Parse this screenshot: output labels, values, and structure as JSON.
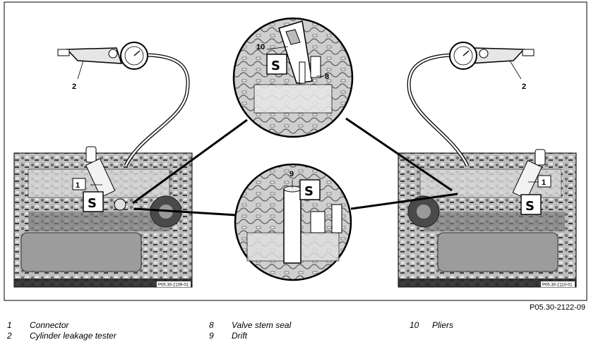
{
  "figure_reference": "P05.30-2122-09",
  "photo_codes": {
    "left": "P05.30-2109-01",
    "right": "P05.30-2110-01"
  },
  "callouts": {
    "left_tester": "2",
    "left_connector": "1",
    "right_tester": "2",
    "right_connector": "1",
    "top_pliers": "10",
    "top_seal": "8",
    "bottom_drift": "9"
  },
  "legend": [
    {
      "num": "1",
      "label": "Connector"
    },
    {
      "num": "2",
      "label": "Cylinder leakage tester"
    },
    {
      "num": "8",
      "label": "Valve stem seal"
    },
    {
      "num": "9",
      "label": "Drift"
    },
    {
      "num": "10",
      "label": "Pliers"
    }
  ]
}
